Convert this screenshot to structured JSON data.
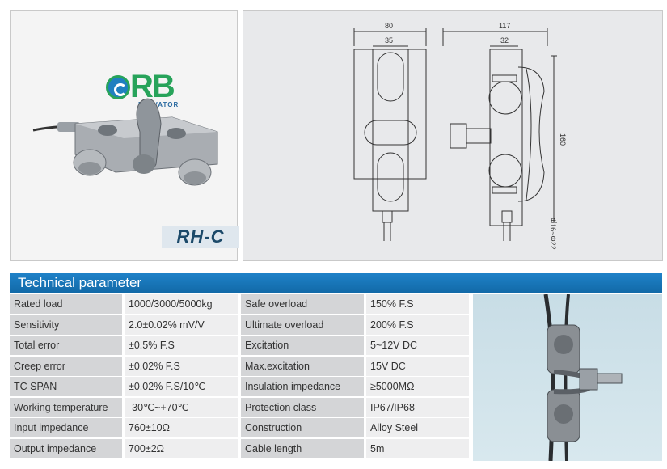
{
  "logo": {
    "text": "RB",
    "subtitle": "ELEVATOR"
  },
  "model": "RH-C",
  "drawing": {
    "dims": [
      "80",
      "35",
      "117",
      "32",
      "160",
      "Φ16~Φ22"
    ]
  },
  "header": {
    "title": "Technical parameter"
  },
  "parameters": [
    [
      "Rated load",
      "1000/3000/5000kg",
      "Safe overload",
      "150% F.S"
    ],
    [
      "Sensitivity",
      "2.0±0.02% mV/V",
      "Ultimate overload",
      "200% F.S"
    ],
    [
      "Total error",
      "±0.5% F.S",
      "Excitation",
      "5~12V DC"
    ],
    [
      "Creep error",
      "±0.02% F.S",
      "Max.excitation",
      "15V DC"
    ],
    [
      "TC SPAN",
      "±0.02% F.S/10℃",
      "Insulation impedance",
      "≥5000MΩ"
    ],
    [
      "Working temperature",
      "-30℃~+70℃",
      "Protection class",
      "IP67/IP68"
    ],
    [
      "Input impedance",
      "760±10Ω",
      "Construction",
      "Alloy Steel"
    ],
    [
      "Output impedance",
      "700±2Ω",
      "Cable length",
      "5m"
    ]
  ]
}
